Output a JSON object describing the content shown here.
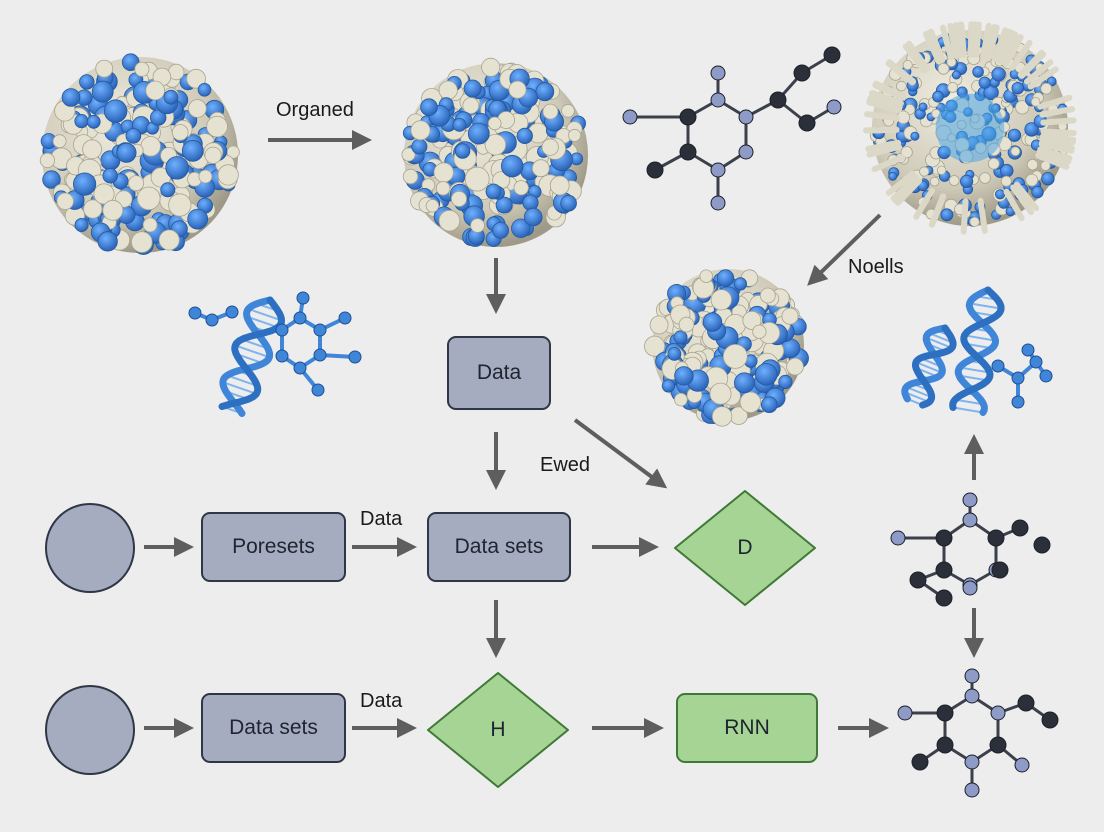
{
  "labels": {
    "organed": "Organed",
    "noells": "Noells",
    "ewed": "Ewed",
    "data_top": "Data",
    "data_bottom": "Data"
  },
  "nodes": {
    "data": "Data",
    "poresets": "Poresets",
    "data_sets_mid": "Data sets",
    "d": "D",
    "data_sets_bottom": "Data sets",
    "h": "H",
    "rnn": "RNN"
  },
  "colors": {
    "background": "#ededed",
    "process_fill": "#a5acbf",
    "process_border": "#2f3747",
    "decision_fill": "#a6d494",
    "decision_border": "#3e7a36",
    "arrow": "#5e5e5e",
    "blue": "#3f86d8",
    "cream": "#d9d6c6",
    "atom_dark": "#2a2f3a",
    "atom_light": "#8e9bc6"
  },
  "icons": [
    "protein-sphere-icon",
    "molecule-icon",
    "dna-helix-icon"
  ]
}
